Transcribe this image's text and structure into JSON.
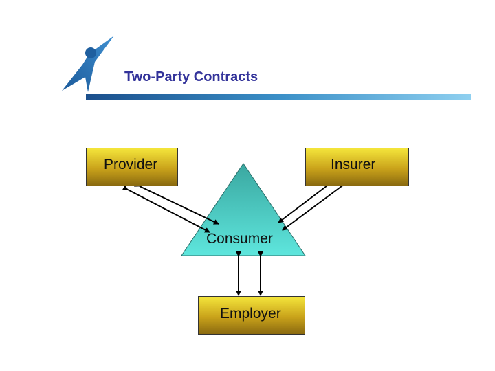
{
  "title": "Two-Party Contracts",
  "nodes": {
    "provider": "Provider",
    "insurer": "Insurer",
    "consumer": "Consumer",
    "employer": "Employer"
  },
  "colors": {
    "title": "#33339a",
    "box_top": "#f4e53b",
    "box_bottom": "#8a6a10",
    "triangle_top": "#3aa7a0",
    "triangle_bottom": "#5ee6dd",
    "rule_left": "#1b4f8c",
    "rule_right": "#8fd0f0"
  },
  "icons": {
    "logo": "person-swoosh-logo"
  },
  "edges": [
    {
      "from": "provider",
      "to": "consumer",
      "type": "double-arrow-pair"
    },
    {
      "from": "insurer",
      "to": "consumer",
      "type": "double-arrow-pair"
    },
    {
      "from": "consumer",
      "to": "employer",
      "type": "double-arrow-pair"
    }
  ]
}
